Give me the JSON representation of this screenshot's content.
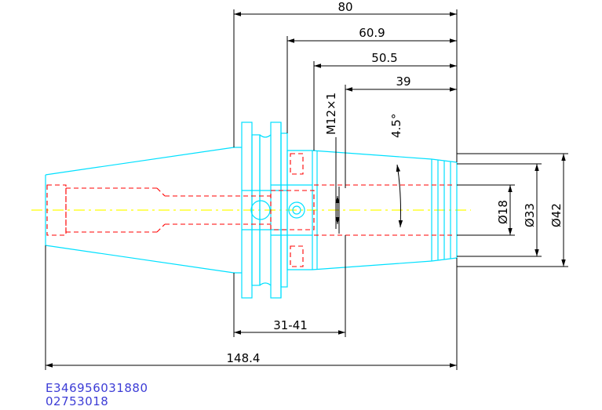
{
  "dimensions": {
    "len_80": "80",
    "len_60_9": "60.9",
    "len_50_5": "50.5",
    "len_39": "39",
    "range_31_41": "31-41",
    "total_148_4": "148.4",
    "thread": "M12×1",
    "taper_angle": "4.5°",
    "dia_18": "Ø18",
    "dia_33": "Ø33",
    "dia_42": "Ø42"
  },
  "codes": {
    "line1": "E346956031880",
    "line2": "02753018"
  },
  "colors": {
    "outline": "#00e0ff",
    "hidden": "#ff0000",
    "centerline": "#ffff00",
    "dimension": "#000000",
    "code_text": "#3c3cd6"
  }
}
